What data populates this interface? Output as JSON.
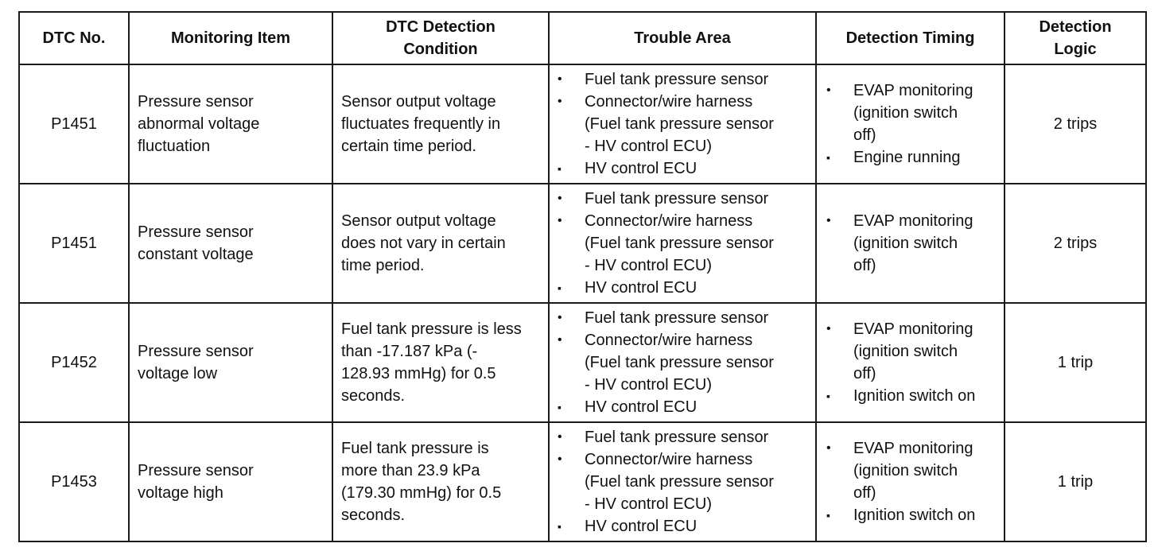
{
  "table": {
    "headers": [
      "DTC No.",
      "Monitoring Item",
      "DTC Detection\nCondition",
      "Trouble Area",
      "Detection Timing",
      "Detection\nLogic"
    ],
    "rows": [
      {
        "dtc": "P1451",
        "item": "Pressure sensor\nabnormal voltage\nfluctuation",
        "condition": "Sensor output voltage\nfluctuates frequently in\ncertain time period.",
        "trouble": [
          "Fuel tank pressure sensor",
          "Connector/wire harness\n(Fuel tank pressure sensor\n- HV control ECU)",
          "HV control ECU"
        ],
        "timing": [
          "EVAP monitoring\n(ignition switch\noff)",
          "Engine running"
        ],
        "logic": "2 trips"
      },
      {
        "dtc": "P1451",
        "item": "Pressure sensor\nconstant voltage",
        "condition": "Sensor output voltage\ndoes not vary in certain\ntime period.",
        "trouble": [
          "Fuel tank pressure sensor",
          "Connector/wire harness\n(Fuel tank pressure sensor\n- HV control ECU)",
          "HV control ECU"
        ],
        "timing": [
          "EVAP monitoring\n(ignition switch\noff)"
        ],
        "logic": "2 trips"
      },
      {
        "dtc": "P1452",
        "item": "Pressure sensor\nvoltage low",
        "condition": "Fuel tank pressure is less\nthan -17.187 kPa (-\n128.93 mmHg) for 0.5\nseconds.",
        "trouble": [
          "Fuel tank pressure sensor",
          "Connector/wire harness\n(Fuel tank pressure sensor\n- HV control ECU)",
          "HV control ECU"
        ],
        "timing": [
          "EVAP monitoring\n(ignition switch\noff)",
          "Ignition switch on"
        ],
        "logic": "1 trip"
      },
      {
        "dtc": "P1453",
        "item": "Pressure sensor\nvoltage high",
        "condition": "Fuel tank pressure is\nmore than 23.9 kPa\n(179.30 mmHg) for 0.5\nseconds.",
        "trouble": [
          "Fuel tank pressure sensor",
          "Connector/wire harness\n(Fuel tank pressure sensor\n- HV control ECU)",
          "HV control ECU"
        ],
        "timing": [
          "EVAP monitoring\n(ignition switch\noff)",
          "Ignition switch on"
        ],
        "logic": "1 trip"
      }
    ]
  }
}
